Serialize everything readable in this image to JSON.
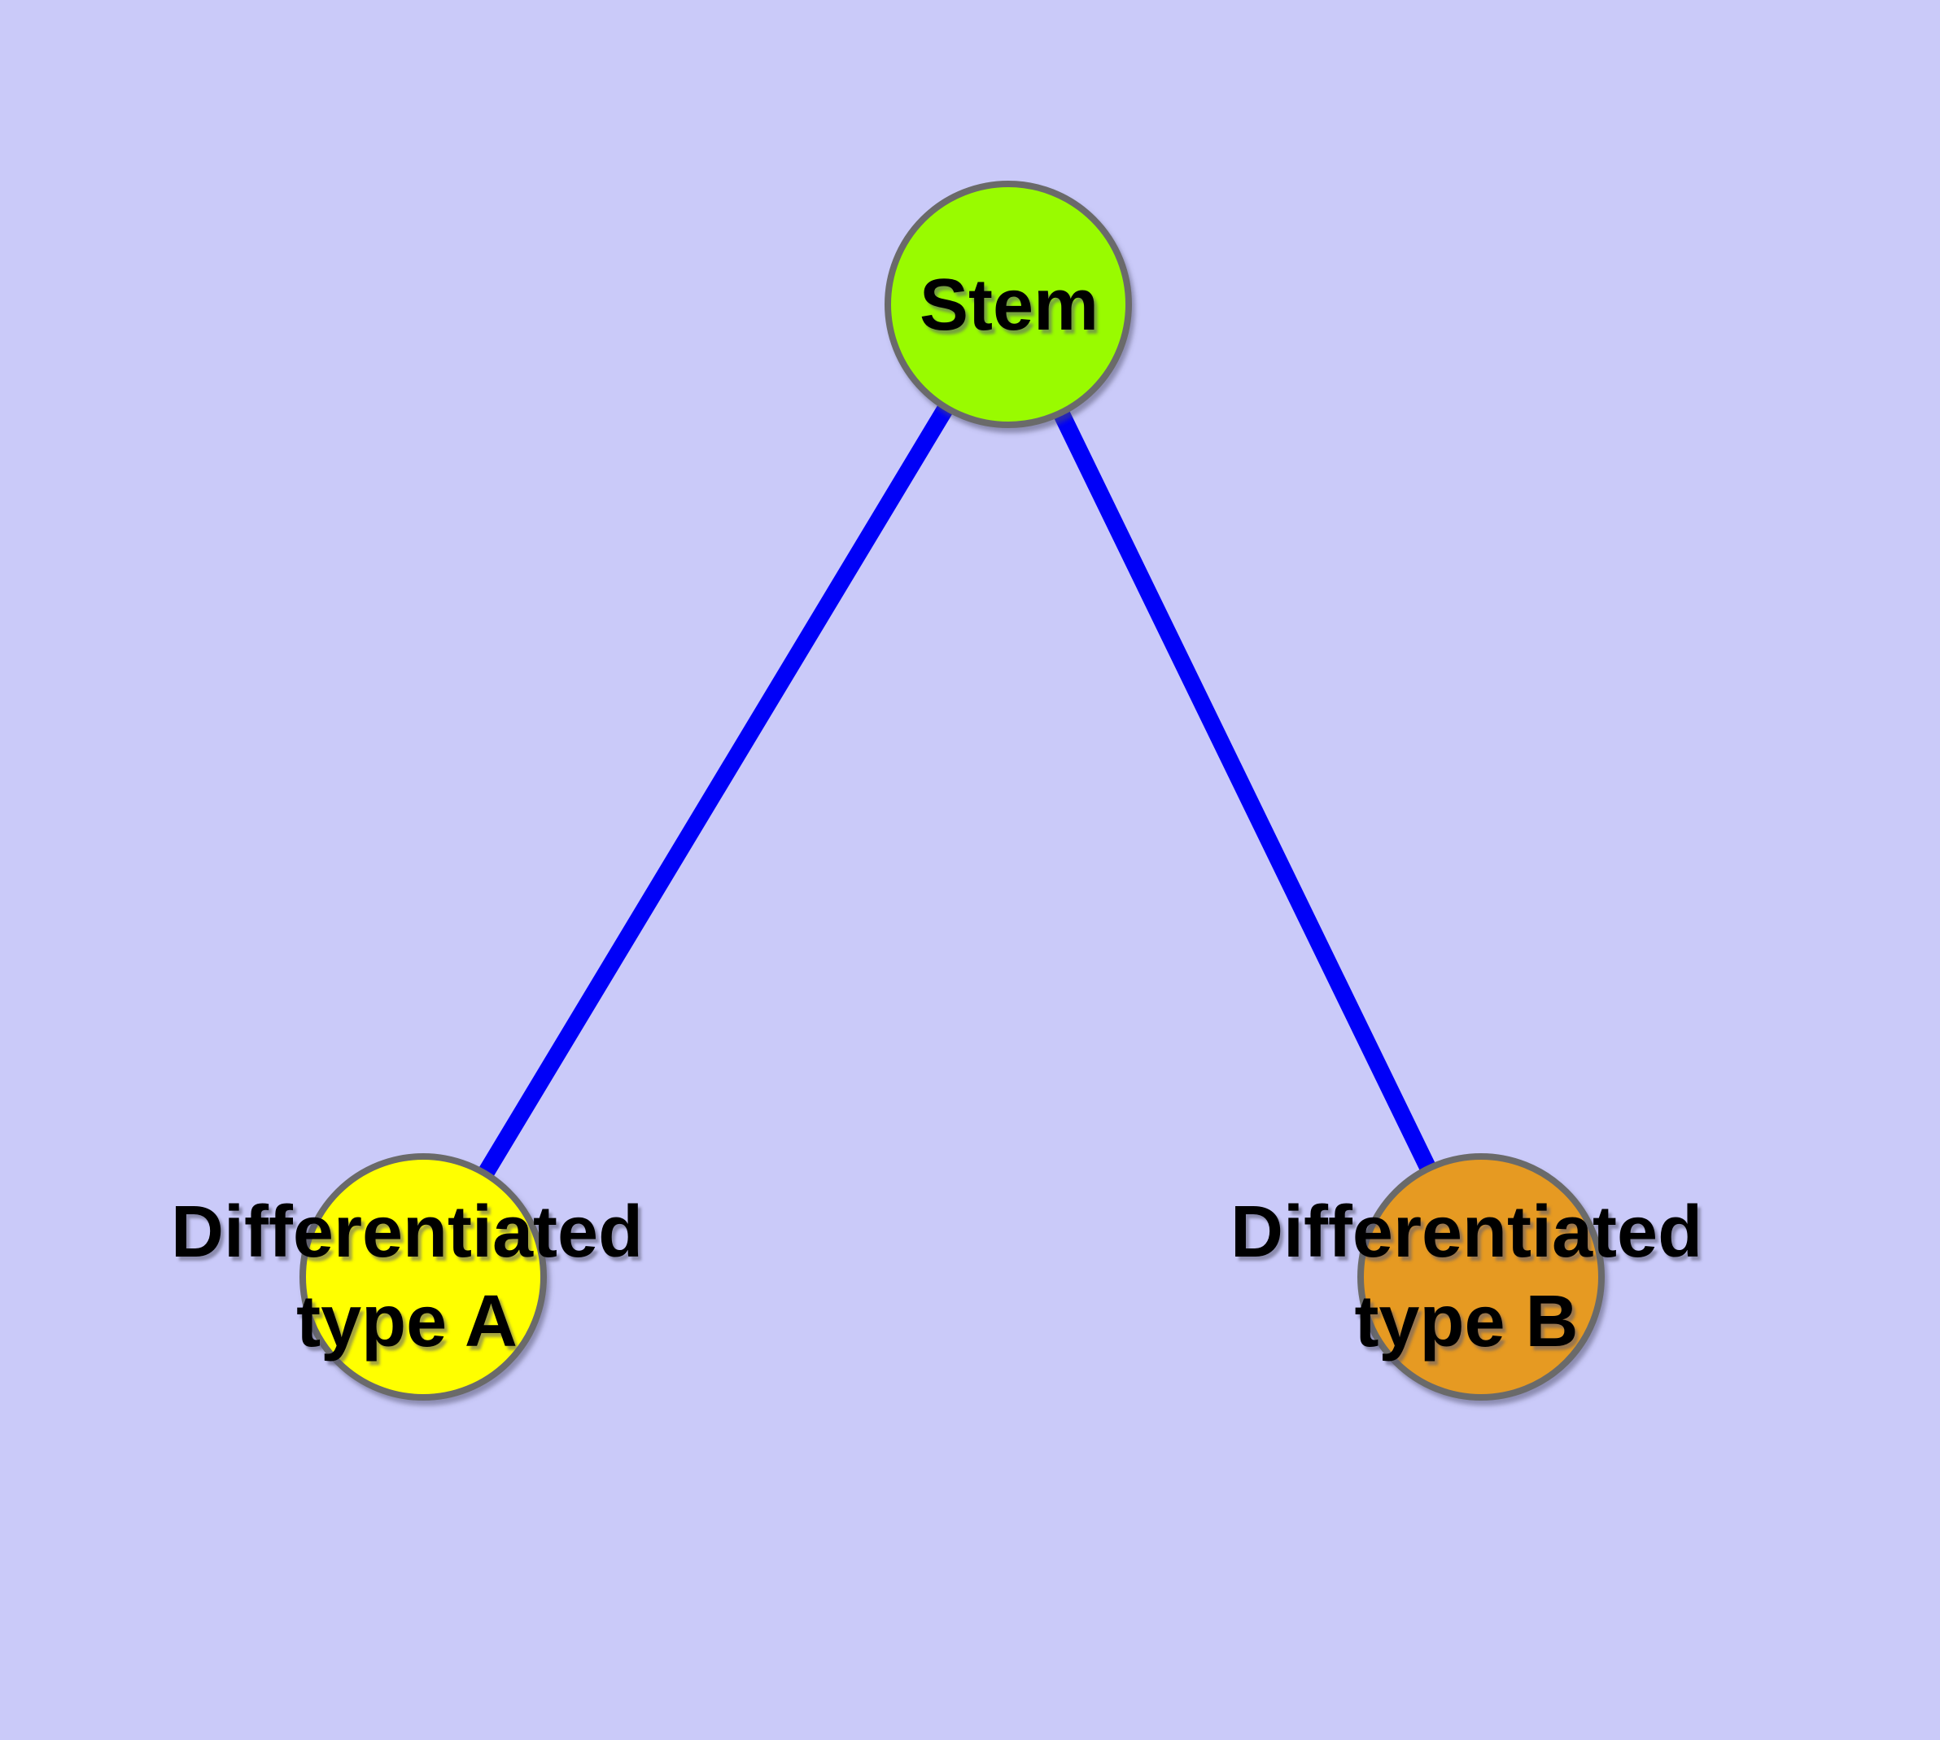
{
  "diagram": {
    "type": "node-link-graph",
    "background_color": "#CACAF9",
    "node_border_color": "#6B6B6B",
    "edge_color": "#0000F8",
    "text_color": "#000000",
    "nodes": [
      {
        "id": "stem",
        "lines": [
          "Stem"
        ],
        "fill": "#99FB00"
      },
      {
        "id": "type-a",
        "lines": [
          "Differentiated",
          "type A"
        ],
        "fill": "#FFFF00"
      },
      {
        "id": "type-b",
        "lines": [
          "Differentiated",
          "type B"
        ],
        "fill": "#E69A20"
      }
    ],
    "edges": [
      {
        "from": "Stem",
        "to": "Differentiated type A",
        "color": "#0000F8"
      },
      {
        "from": "Stem",
        "to": "Differentiated type B",
        "color": "#0000F8"
      }
    ]
  }
}
